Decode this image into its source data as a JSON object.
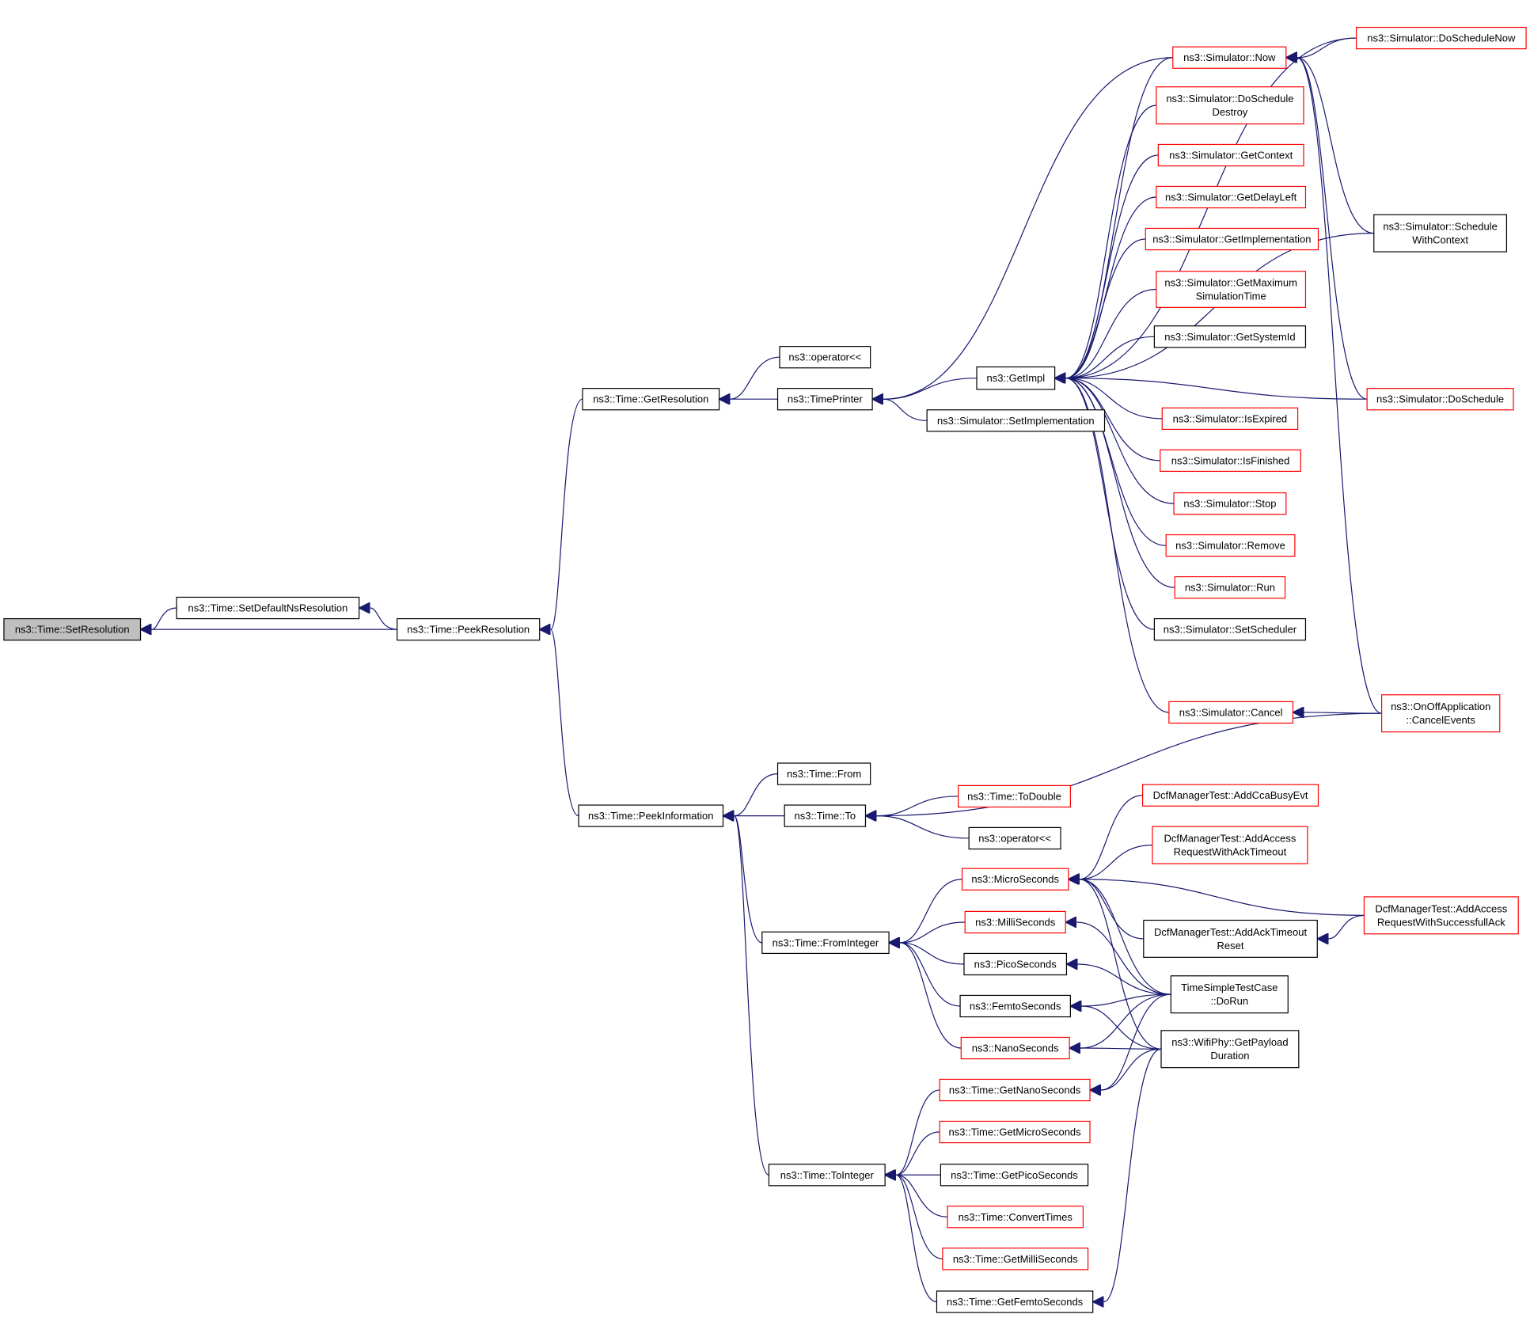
{
  "graph": {
    "nodes": [
      {
        "id": "setres",
        "lines": [
          "ns3::Time::SetResolution"
        ],
        "color": "root"
      },
      {
        "id": "setdef",
        "lines": [
          "ns3::Time::SetDefaultNsResolution"
        ],
        "color": "black"
      },
      {
        "id": "peekres",
        "lines": [
          "ns3::Time::PeekResolution"
        ],
        "color": "black"
      },
      {
        "id": "getres",
        "lines": [
          "ns3::Time::GetResolution"
        ],
        "color": "black"
      },
      {
        "id": "oplt1",
        "lines": [
          "ns3::operator<<"
        ],
        "color": "black"
      },
      {
        "id": "timeprinter",
        "lines": [
          "ns3::TimePrinter"
        ],
        "color": "black"
      },
      {
        "id": "getimpl",
        "lines": [
          "ns3::GetImpl"
        ],
        "color": "black"
      },
      {
        "id": "setimpl",
        "lines": [
          "ns3::Simulator::SetImplementation"
        ],
        "color": "black"
      },
      {
        "id": "now",
        "lines": [
          "ns3::Simulator::Now"
        ],
        "color": "red"
      },
      {
        "id": "doschednow",
        "lines": [
          "ns3::Simulator::DoScheduleNow"
        ],
        "color": "red"
      },
      {
        "id": "dosched_destroy",
        "lines": [
          "ns3::Simulator::DoSchedule",
          "Destroy"
        ],
        "color": "red"
      },
      {
        "id": "getcontext",
        "lines": [
          "ns3::Simulator::GetContext"
        ],
        "color": "red"
      },
      {
        "id": "getdelayleft",
        "lines": [
          "ns3::Simulator::GetDelayLeft"
        ],
        "color": "red"
      },
      {
        "id": "getimplementation",
        "lines": [
          "ns3::Simulator::GetImplementation"
        ],
        "color": "red"
      },
      {
        "id": "getmaxsim",
        "lines": [
          "ns3::Simulator::GetMaximum",
          "SimulationTime"
        ],
        "color": "red"
      },
      {
        "id": "getsystemid",
        "lines": [
          "ns3::Simulator::GetSystemId"
        ],
        "color": "black"
      },
      {
        "id": "schedctx",
        "lines": [
          "ns3::Simulator::Schedule",
          "WithContext"
        ],
        "color": "black"
      },
      {
        "id": "dosched",
        "lines": [
          "ns3::Simulator::DoSchedule"
        ],
        "color": "red"
      },
      {
        "id": "isexpired",
        "lines": [
          "ns3::Simulator::IsExpired"
        ],
        "color": "red"
      },
      {
        "id": "isfinished",
        "lines": [
          "ns3::Simulator::IsFinished"
        ],
        "color": "red"
      },
      {
        "id": "stop",
        "lines": [
          "ns3::Simulator::Stop"
        ],
        "color": "red"
      },
      {
        "id": "remove",
        "lines": [
          "ns3::Simulator::Remove"
        ],
        "color": "red"
      },
      {
        "id": "run",
        "lines": [
          "ns3::Simulator::Run"
        ],
        "color": "red"
      },
      {
        "id": "setsched",
        "lines": [
          "ns3::Simulator::SetScheduler"
        ],
        "color": "black"
      },
      {
        "id": "cancel",
        "lines": [
          "ns3::Simulator::Cancel"
        ],
        "color": "red"
      },
      {
        "id": "onoff",
        "lines": [
          "ns3::OnOffApplication",
          "::CancelEvents"
        ],
        "color": "red"
      },
      {
        "id": "peekinfo",
        "lines": [
          "ns3::Time::PeekInformation"
        ],
        "color": "black"
      },
      {
        "id": "from",
        "lines": [
          "ns3::Time::From"
        ],
        "color": "black"
      },
      {
        "id": "to",
        "lines": [
          "ns3::Time::To"
        ],
        "color": "black"
      },
      {
        "id": "todouble",
        "lines": [
          "ns3::Time::ToDouble"
        ],
        "color": "red"
      },
      {
        "id": "oplt2",
        "lines": [
          "ns3::operator<<"
        ],
        "color": "black"
      },
      {
        "id": "addccabusy",
        "lines": [
          "DcfManagerTest::AddCcaBusyEvt"
        ],
        "color": "red"
      },
      {
        "id": "addaccessack",
        "lines": [
          "DcfManagerTest::AddAccess",
          "RequestWithAckTimeout"
        ],
        "color": "red"
      },
      {
        "id": "microsec",
        "lines": [
          "ns3::MicroSeconds"
        ],
        "color": "red"
      },
      {
        "id": "addacktimeout",
        "lines": [
          "DcfManagerTest::AddAckTimeout",
          "Reset"
        ],
        "color": "black"
      },
      {
        "id": "addaccesssucc",
        "lines": [
          "DcfManagerTest::AddAccess",
          "RequestWithSuccessfullAck"
        ],
        "color": "red"
      },
      {
        "id": "fromint",
        "lines": [
          "ns3::Time::FromInteger"
        ],
        "color": "black"
      },
      {
        "id": "millisec",
        "lines": [
          "ns3::MilliSeconds"
        ],
        "color": "red"
      },
      {
        "id": "picosec",
        "lines": [
          "ns3::PicoSeconds"
        ],
        "color": "black"
      },
      {
        "id": "femtosec",
        "lines": [
          "ns3::FemtoSeconds"
        ],
        "color": "black"
      },
      {
        "id": "nanosec",
        "lines": [
          "ns3::NanoSeconds"
        ],
        "color": "red"
      },
      {
        "id": "timesimple",
        "lines": [
          "TimeSimpleTestCase",
          "::DoRun"
        ],
        "color": "black"
      },
      {
        "id": "wifiphy",
        "lines": [
          "ns3::WifiPhy::GetPayload",
          "Duration"
        ],
        "color": "black"
      },
      {
        "id": "getnano",
        "lines": [
          "ns3::Time::GetNanoSeconds"
        ],
        "color": "red"
      },
      {
        "id": "getmicro",
        "lines": [
          "ns3::Time::GetMicroSeconds"
        ],
        "color": "red"
      },
      {
        "id": "toint",
        "lines": [
          "ns3::Time::ToInteger"
        ],
        "color": "black"
      },
      {
        "id": "getpico",
        "lines": [
          "ns3::Time::GetPicoSeconds"
        ],
        "color": "black"
      },
      {
        "id": "convert",
        "lines": [
          "ns3::Time::ConvertTimes"
        ],
        "color": "red"
      },
      {
        "id": "getmilli",
        "lines": [
          "ns3::Time::GetMilliSeconds"
        ],
        "color": "red"
      },
      {
        "id": "getfemto",
        "lines": [
          "ns3::Time::GetFemtoSeconds"
        ],
        "color": "black"
      }
    ],
    "edges": [
      {
        "from": "setres",
        "to": "setdef"
      },
      {
        "from": "setres",
        "to": "peekres"
      },
      {
        "from": "setdef",
        "to": "peekres"
      },
      {
        "from": "peekres",
        "to": "getres"
      },
      {
        "from": "peekres",
        "to": "peekinfo"
      },
      {
        "from": "getres",
        "to": "oplt1"
      },
      {
        "from": "getres",
        "to": "timeprinter"
      },
      {
        "from": "timeprinter",
        "to": "getimpl"
      },
      {
        "from": "timeprinter",
        "to": "setimpl"
      },
      {
        "from": "timeprinter",
        "to": "now"
      },
      {
        "from": "now",
        "to": "doschednow"
      },
      {
        "from": "now",
        "to": "schedctx"
      },
      {
        "from": "now",
        "to": "dosched"
      },
      {
        "from": "now",
        "to": "onoff"
      },
      {
        "from": "getimpl",
        "to": "now"
      },
      {
        "from": "getimpl",
        "to": "doschednow"
      },
      {
        "from": "getimpl",
        "to": "dosched_destroy"
      },
      {
        "from": "getimpl",
        "to": "getcontext"
      },
      {
        "from": "getimpl",
        "to": "getdelayleft"
      },
      {
        "from": "getimpl",
        "to": "getimplementation"
      },
      {
        "from": "getimpl",
        "to": "getmaxsim"
      },
      {
        "from": "getimpl",
        "to": "getsystemid"
      },
      {
        "from": "getimpl",
        "to": "schedctx"
      },
      {
        "from": "getimpl",
        "to": "isexpired"
      },
      {
        "from": "getimpl",
        "to": "isfinished"
      },
      {
        "from": "getimpl",
        "to": "stop"
      },
      {
        "from": "getimpl",
        "to": "remove"
      },
      {
        "from": "getimpl",
        "to": "run"
      },
      {
        "from": "getimpl",
        "to": "setsched"
      },
      {
        "from": "getimpl",
        "to": "dosched"
      },
      {
        "from": "getimpl",
        "to": "cancel"
      },
      {
        "from": "cancel",
        "to": "onoff"
      },
      {
        "from": "peekinfo",
        "to": "from"
      },
      {
        "from": "peekinfo",
        "to": "to"
      },
      {
        "from": "peekinfo",
        "to": "fromint"
      },
      {
        "from": "peekinfo",
        "to": "toint"
      },
      {
        "from": "to",
        "to": "onoff"
      },
      {
        "from": "to",
        "to": "todouble"
      },
      {
        "from": "to",
        "to": "oplt2"
      },
      {
        "from": "fromint",
        "to": "microsec"
      },
      {
        "from": "fromint",
        "to": "millisec"
      },
      {
        "from": "fromint",
        "to": "picosec"
      },
      {
        "from": "fromint",
        "to": "femtosec"
      },
      {
        "from": "fromint",
        "to": "nanosec"
      },
      {
        "from": "microsec",
        "to": "addccabusy"
      },
      {
        "from": "microsec",
        "to": "addaccessack"
      },
      {
        "from": "microsec",
        "to": "addaccesssucc"
      },
      {
        "from": "microsec",
        "to": "addacktimeout"
      },
      {
        "from": "microsec",
        "to": "timesimple"
      },
      {
        "from": "microsec",
        "to": "wifiphy"
      },
      {
        "from": "addacktimeout",
        "to": "addaccesssucc"
      },
      {
        "from": "millisec",
        "to": "timesimple"
      },
      {
        "from": "picosec",
        "to": "timesimple"
      },
      {
        "from": "femtosec",
        "to": "timesimple"
      },
      {
        "from": "femtosec",
        "to": "wifiphy"
      },
      {
        "from": "nanosec",
        "to": "timesimple"
      },
      {
        "from": "nanosec",
        "to": "wifiphy"
      },
      {
        "from": "toint",
        "to": "getnano"
      },
      {
        "from": "toint",
        "to": "getmicro"
      },
      {
        "from": "toint",
        "to": "getpico"
      },
      {
        "from": "toint",
        "to": "convert"
      },
      {
        "from": "toint",
        "to": "getmilli"
      },
      {
        "from": "toint",
        "to": "getfemto"
      },
      {
        "from": "getnano",
        "to": "timesimple"
      },
      {
        "from": "getnano",
        "to": "wifiphy"
      },
      {
        "from": "getfemto",
        "to": "wifiphy"
      }
    ]
  }
}
